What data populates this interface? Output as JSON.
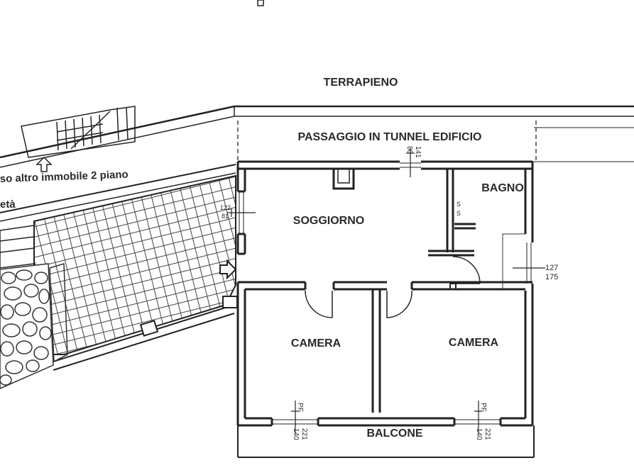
{
  "labels": {
    "terrapieno": "TERRAPIENO",
    "passaggio": "PASSAGGIO IN TUNNEL EDIFICIO",
    "accesso": "so altro immobile 2 piano",
    "proprieta": "età",
    "soggiorno": "SOGGIORNO",
    "bagno": "BAGNO",
    "camera_left": "CAMERA",
    "camera_right": "CAMERA",
    "balcone": "BALCONE"
  },
  "dimensions": {
    "window_top_a": "141",
    "window_top_b": "80",
    "window_left_a": "122",
    "window_left_b": "81",
    "window_right_a": "127",
    "window_right_b": "175",
    "pf_left_tag": "PF",
    "pf_left_a": "221",
    "pf_left_b": "140",
    "pf_right_tag": "PF",
    "pf_right_a": "221",
    "pf_right_b": "140",
    "bagno_s1": "S",
    "bagno_s2": "S"
  }
}
